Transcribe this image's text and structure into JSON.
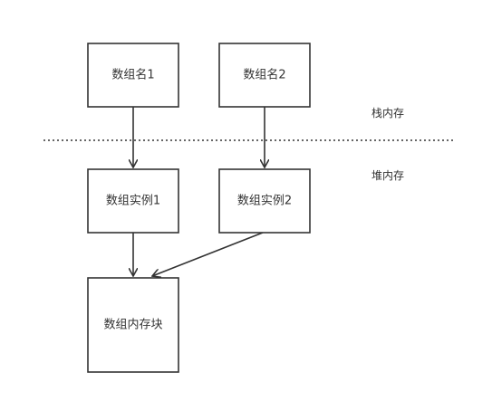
{
  "nodes": {
    "array_name_1": "数组名1",
    "array_name_2": "数组名2",
    "array_instance_1": "数组实例1",
    "array_instance_2": "数组实例2",
    "array_memory_block": "数组内存块"
  },
  "regions": {
    "stack": "栈内存",
    "heap": "堆内存"
  },
  "edges": [
    {
      "from": "array_name_1",
      "to": "array_instance_1"
    },
    {
      "from": "array_name_2",
      "to": "array_instance_2"
    },
    {
      "from": "array_instance_1",
      "to": "array_memory_block"
    },
    {
      "from": "array_instance_2",
      "to": "array_memory_block"
    }
  ],
  "colors": {
    "stroke": "#333333",
    "background": "#ffffff"
  }
}
